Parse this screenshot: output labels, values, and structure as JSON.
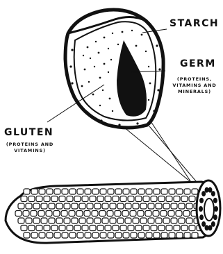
{
  "labels": {
    "starch": "STARCH",
    "germ": "GERM",
    "germ_note": [
      "(PROTEINS,",
      "VITAMINS AND",
      "MINERALS)"
    ],
    "gluten": "GLUTEN",
    "gluten_note": [
      "(PROTEINS AND",
      "VITAMINS)"
    ]
  },
  "colors": {
    "ink": "#111111",
    "paper": "#ffffff"
  }
}
